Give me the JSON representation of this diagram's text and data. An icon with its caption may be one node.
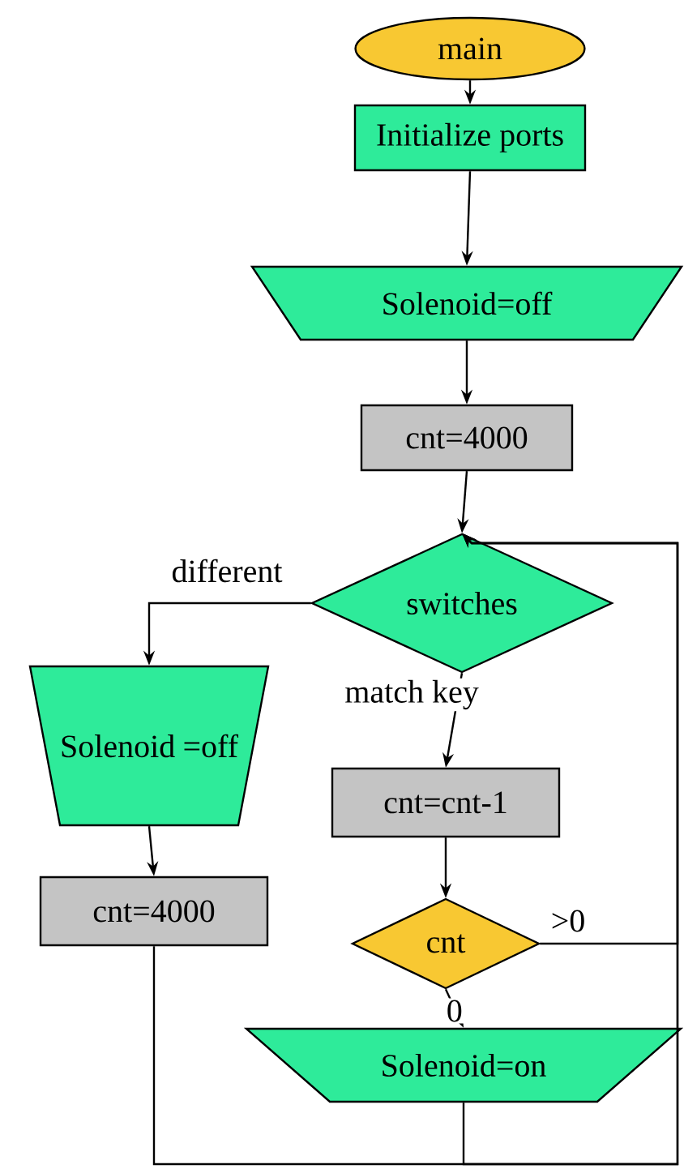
{
  "diagram": {
    "nodes": [
      {
        "text": [
          "main"
        ]
      },
      {
        "text": [
          "Initialize ports"
        ]
      },
      {
        "text": [
          "Solenoid=off"
        ]
      },
      {
        "text": [
          "cnt=4000"
        ]
      },
      {
        "text": [
          "switches"
        ]
      },
      {
        "text": [
          "Solenoid =off"
        ]
      },
      {
        "text": [
          "cnt=4000"
        ]
      },
      {
        "text": [
          "cnt=cnt-1"
        ]
      },
      {
        "text": [
          "cnt"
        ]
      },
      {
        "text": [
          "Solenoid=on"
        ]
      }
    ],
    "edges": [
      {
        "from": 0,
        "to": 1,
        "arrow": "to"
      },
      {
        "from": 1,
        "to": 2,
        "arrow": "to"
      },
      {
        "from": 2,
        "to": 3,
        "arrow": "to"
      },
      {
        "from": 3,
        "to": 4,
        "arrow": "to"
      },
      {
        "from": 4,
        "to": 5,
        "arrow": "to",
        "label": "different"
      },
      {
        "from": 5,
        "to": 6,
        "arrow": "to"
      },
      {
        "from": 4,
        "to": 7,
        "arrow": "to",
        "label": "match key"
      },
      {
        "from": 7,
        "to": 8,
        "arrow": "to"
      },
      {
        "from": 8,
        "to": 4,
        "arrow": "to",
        "label": ">0"
      },
      {
        "from": 8,
        "to": 9,
        "arrow": "to",
        "label": "0"
      },
      {
        "from": 9,
        "to": 4,
        "arrow": "to"
      },
      {
        "from": 6,
        "to": 4,
        "arrow": "to"
      }
    ]
  }
}
